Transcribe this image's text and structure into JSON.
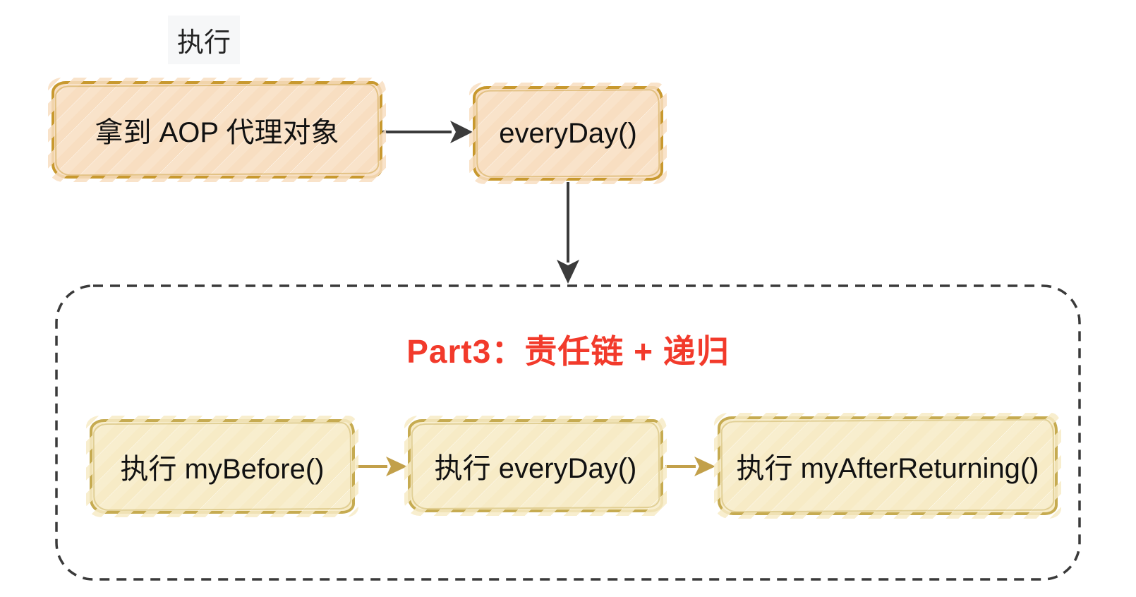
{
  "diagram": {
    "exec_label": "执行",
    "top_flow": {
      "proxy_box_label": "拿到 AOP 代理对象",
      "everyday_box_label": "everyDay()"
    },
    "part3": {
      "title": "Part3：责任链 + 递归",
      "steps": [
        {
          "label": "执行 myBefore()"
        },
        {
          "label": "执行 everyDay()"
        },
        {
          "label": "执行 myAfterReturning()"
        }
      ]
    }
  },
  "colors": {
    "top_box_border": "#c8992f",
    "top_box_hatch": "#f8dec1",
    "bottom_box_border": "#c6ab51",
    "bottom_box_hatch": "#f7ebc6",
    "dark_arrow": "#3b3b3b",
    "gold_arrow": "#c2a04a",
    "dashed_border": "#3a3a3a",
    "part3_title_color": "#f23a2b",
    "box_text_color": "#111111",
    "exec_label_bg": "#f6f7f8"
  }
}
